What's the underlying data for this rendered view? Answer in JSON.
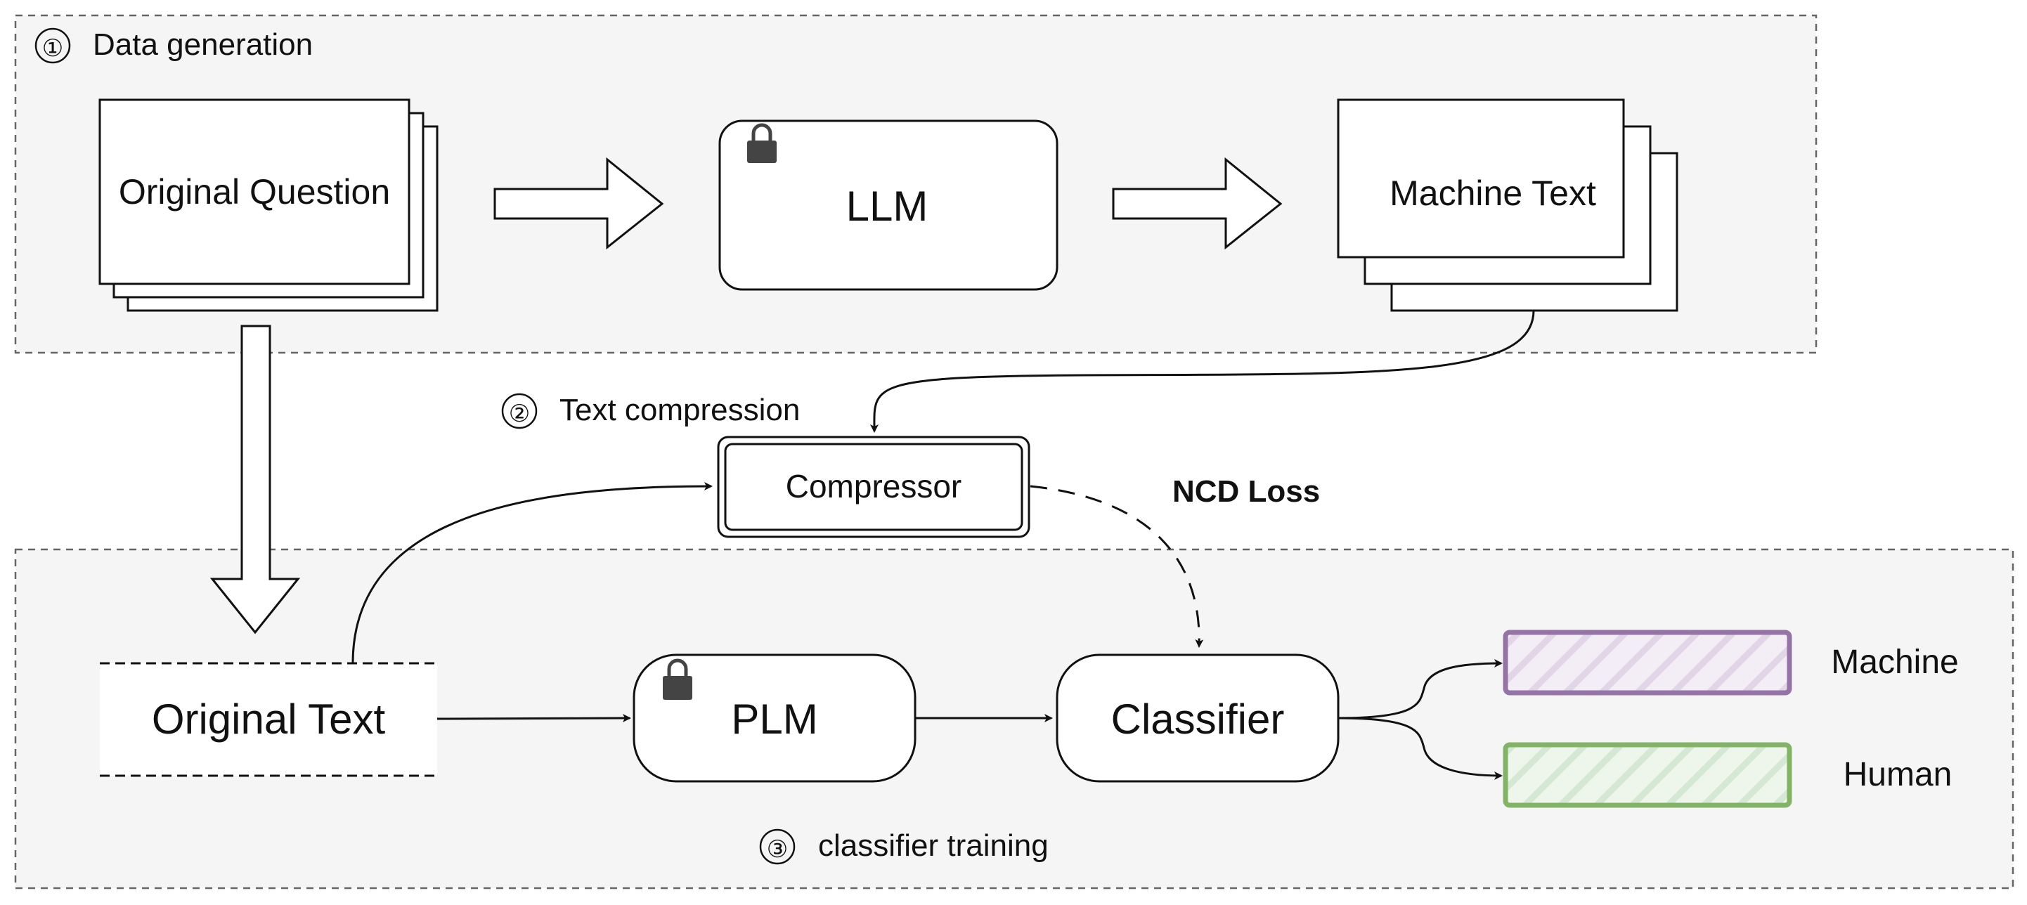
{
  "stages": {
    "data_generation": {
      "number": "①",
      "label": "Data generation"
    },
    "text_compression": {
      "number": "②",
      "label": "Text compression"
    },
    "classifier_training": {
      "number": "③",
      "label": "classifier training"
    }
  },
  "nodes": {
    "original_question": "Original Question",
    "llm": "LLM",
    "machine_text": "Machine Text",
    "compressor": "Compressor",
    "original_text": "Original Text",
    "plm": "PLM",
    "classifier": "Classifier"
  },
  "loss_label": "NCD Loss",
  "outputs": {
    "machine": {
      "label": "Machine",
      "color": "#9673a6",
      "fill": "#e1d5e7"
    },
    "human": {
      "label": "Human",
      "color": "#82b366",
      "fill": "#d5e8d4"
    }
  },
  "icons": {
    "llm_lock": "lock-icon",
    "plm_lock": "lock-icon"
  }
}
